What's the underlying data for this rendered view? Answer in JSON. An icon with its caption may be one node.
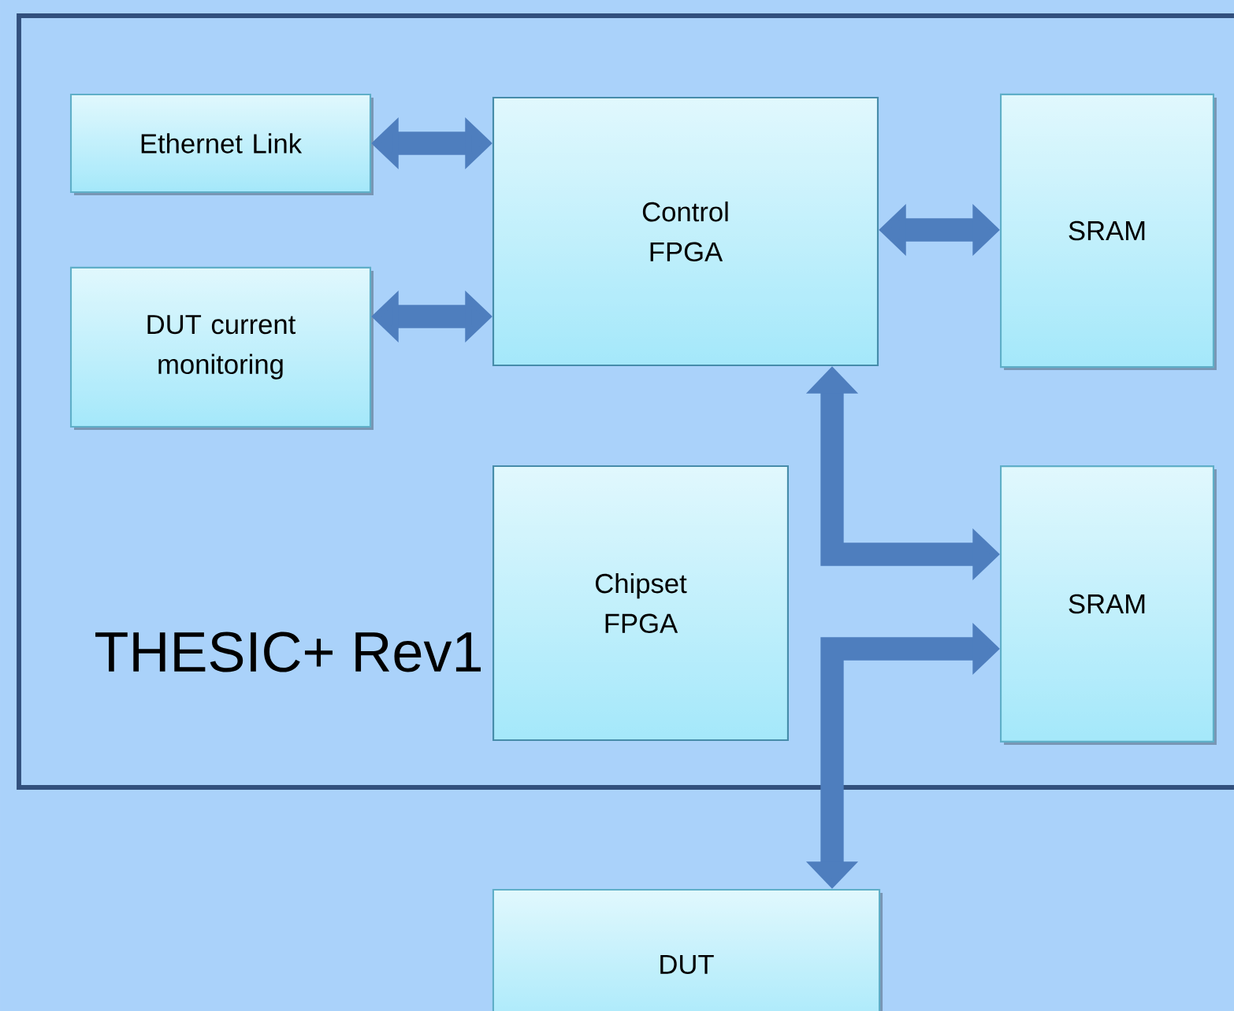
{
  "diagram": {
    "nodes": [
      {
        "text": [
          "THESIC+ Rev1"
        ]
      },
      {
        "text": [
          "Ethernet Link"
        ],
        "in": 0
      },
      {
        "text": [
          "Control FPGA"
        ],
        "in": 0
      },
      {
        "text": [
          "SRAM"
        ],
        "in": 0
      },
      {
        "text": [
          "DUT current monitoring"
        ],
        "in": 0
      },
      {
        "text": [
          "Chipset FPGA"
        ],
        "in": 0
      },
      {
        "text": [
          "SRAM"
        ],
        "in": 0
      },
      {
        "text": [
          "DUT"
        ]
      }
    ],
    "edges": [
      {
        "from": 1,
        "to": 2,
        "arrow": "both"
      },
      {
        "from": 4,
        "to": 2,
        "arrow": "both"
      },
      {
        "from": 2,
        "to": 3,
        "arrow": "both"
      },
      {
        "from": 2,
        "to": 6,
        "arrow": "both"
      },
      {
        "from": 7,
        "to": 6,
        "arrow": "both"
      }
    ]
  }
}
